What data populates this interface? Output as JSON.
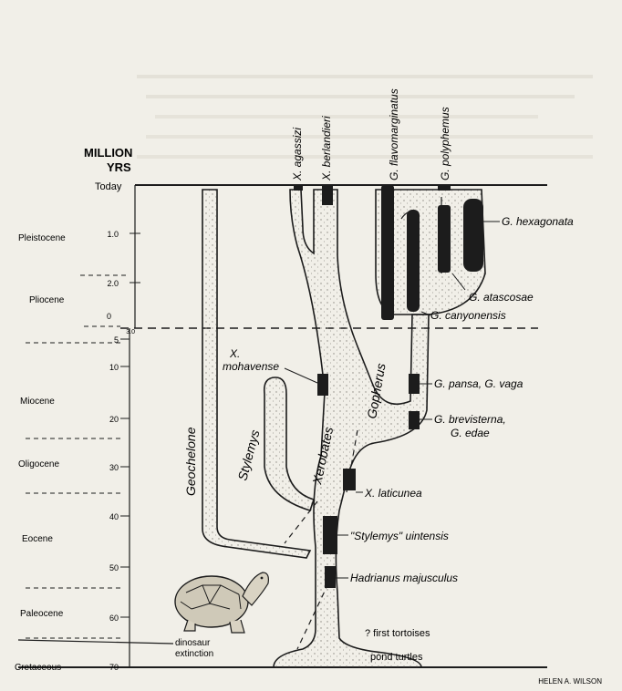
{
  "scale": {
    "title": "MILLION",
    "title_line2": "YRS",
    "today_label": "Today",
    "ticks": [
      "1.0",
      "2.0",
      "0",
      "3.0",
      "5",
      "10",
      "20",
      "30",
      "40",
      "50",
      "60",
      "70"
    ]
  },
  "epochs": [
    "Pleistocene",
    "Pliocene",
    "Miocene",
    "Oligocene",
    "Eocene",
    "Paleocene",
    "Cretaceous"
  ],
  "events": {
    "extinction_line1": "dinosaur",
    "extinction_line2": "extinction",
    "first_tortoises": "? first tortoises",
    "pond_turtles": "pond turtles"
  },
  "genera": {
    "geochelone": "Geochelone",
    "stylemys": "Stylemys",
    "xerobates": "Xerobates",
    "gopherus": "Gopherus"
  },
  "top_species": [
    "X. agassizi",
    "X. berlandieri",
    "G. flavomarginatus",
    "G. polyphemus"
  ],
  "fossil_species": {
    "hexagonata": "G. hexagonata",
    "atascosae": "G. atascosae",
    "canyonensis": "G. canyonensis",
    "mohavense_line1": "X.",
    "mohavense_line2": "mohavense",
    "pansa_vaga": "G. pansa,  G. vaga",
    "brevisterna": "G. brevisterna,",
    "edae": "G. edae",
    "laticunea": "X. laticunea",
    "uintensis": "\"Stylemys\" uintensis",
    "hadrianus": "Hadrianus  majusculus"
  },
  "credit": "HELEN A. WILSON",
  "colors": {
    "ink": "#1c1c1c",
    "paper": "#f1efe8",
    "stipple": "#8a8780"
  }
}
